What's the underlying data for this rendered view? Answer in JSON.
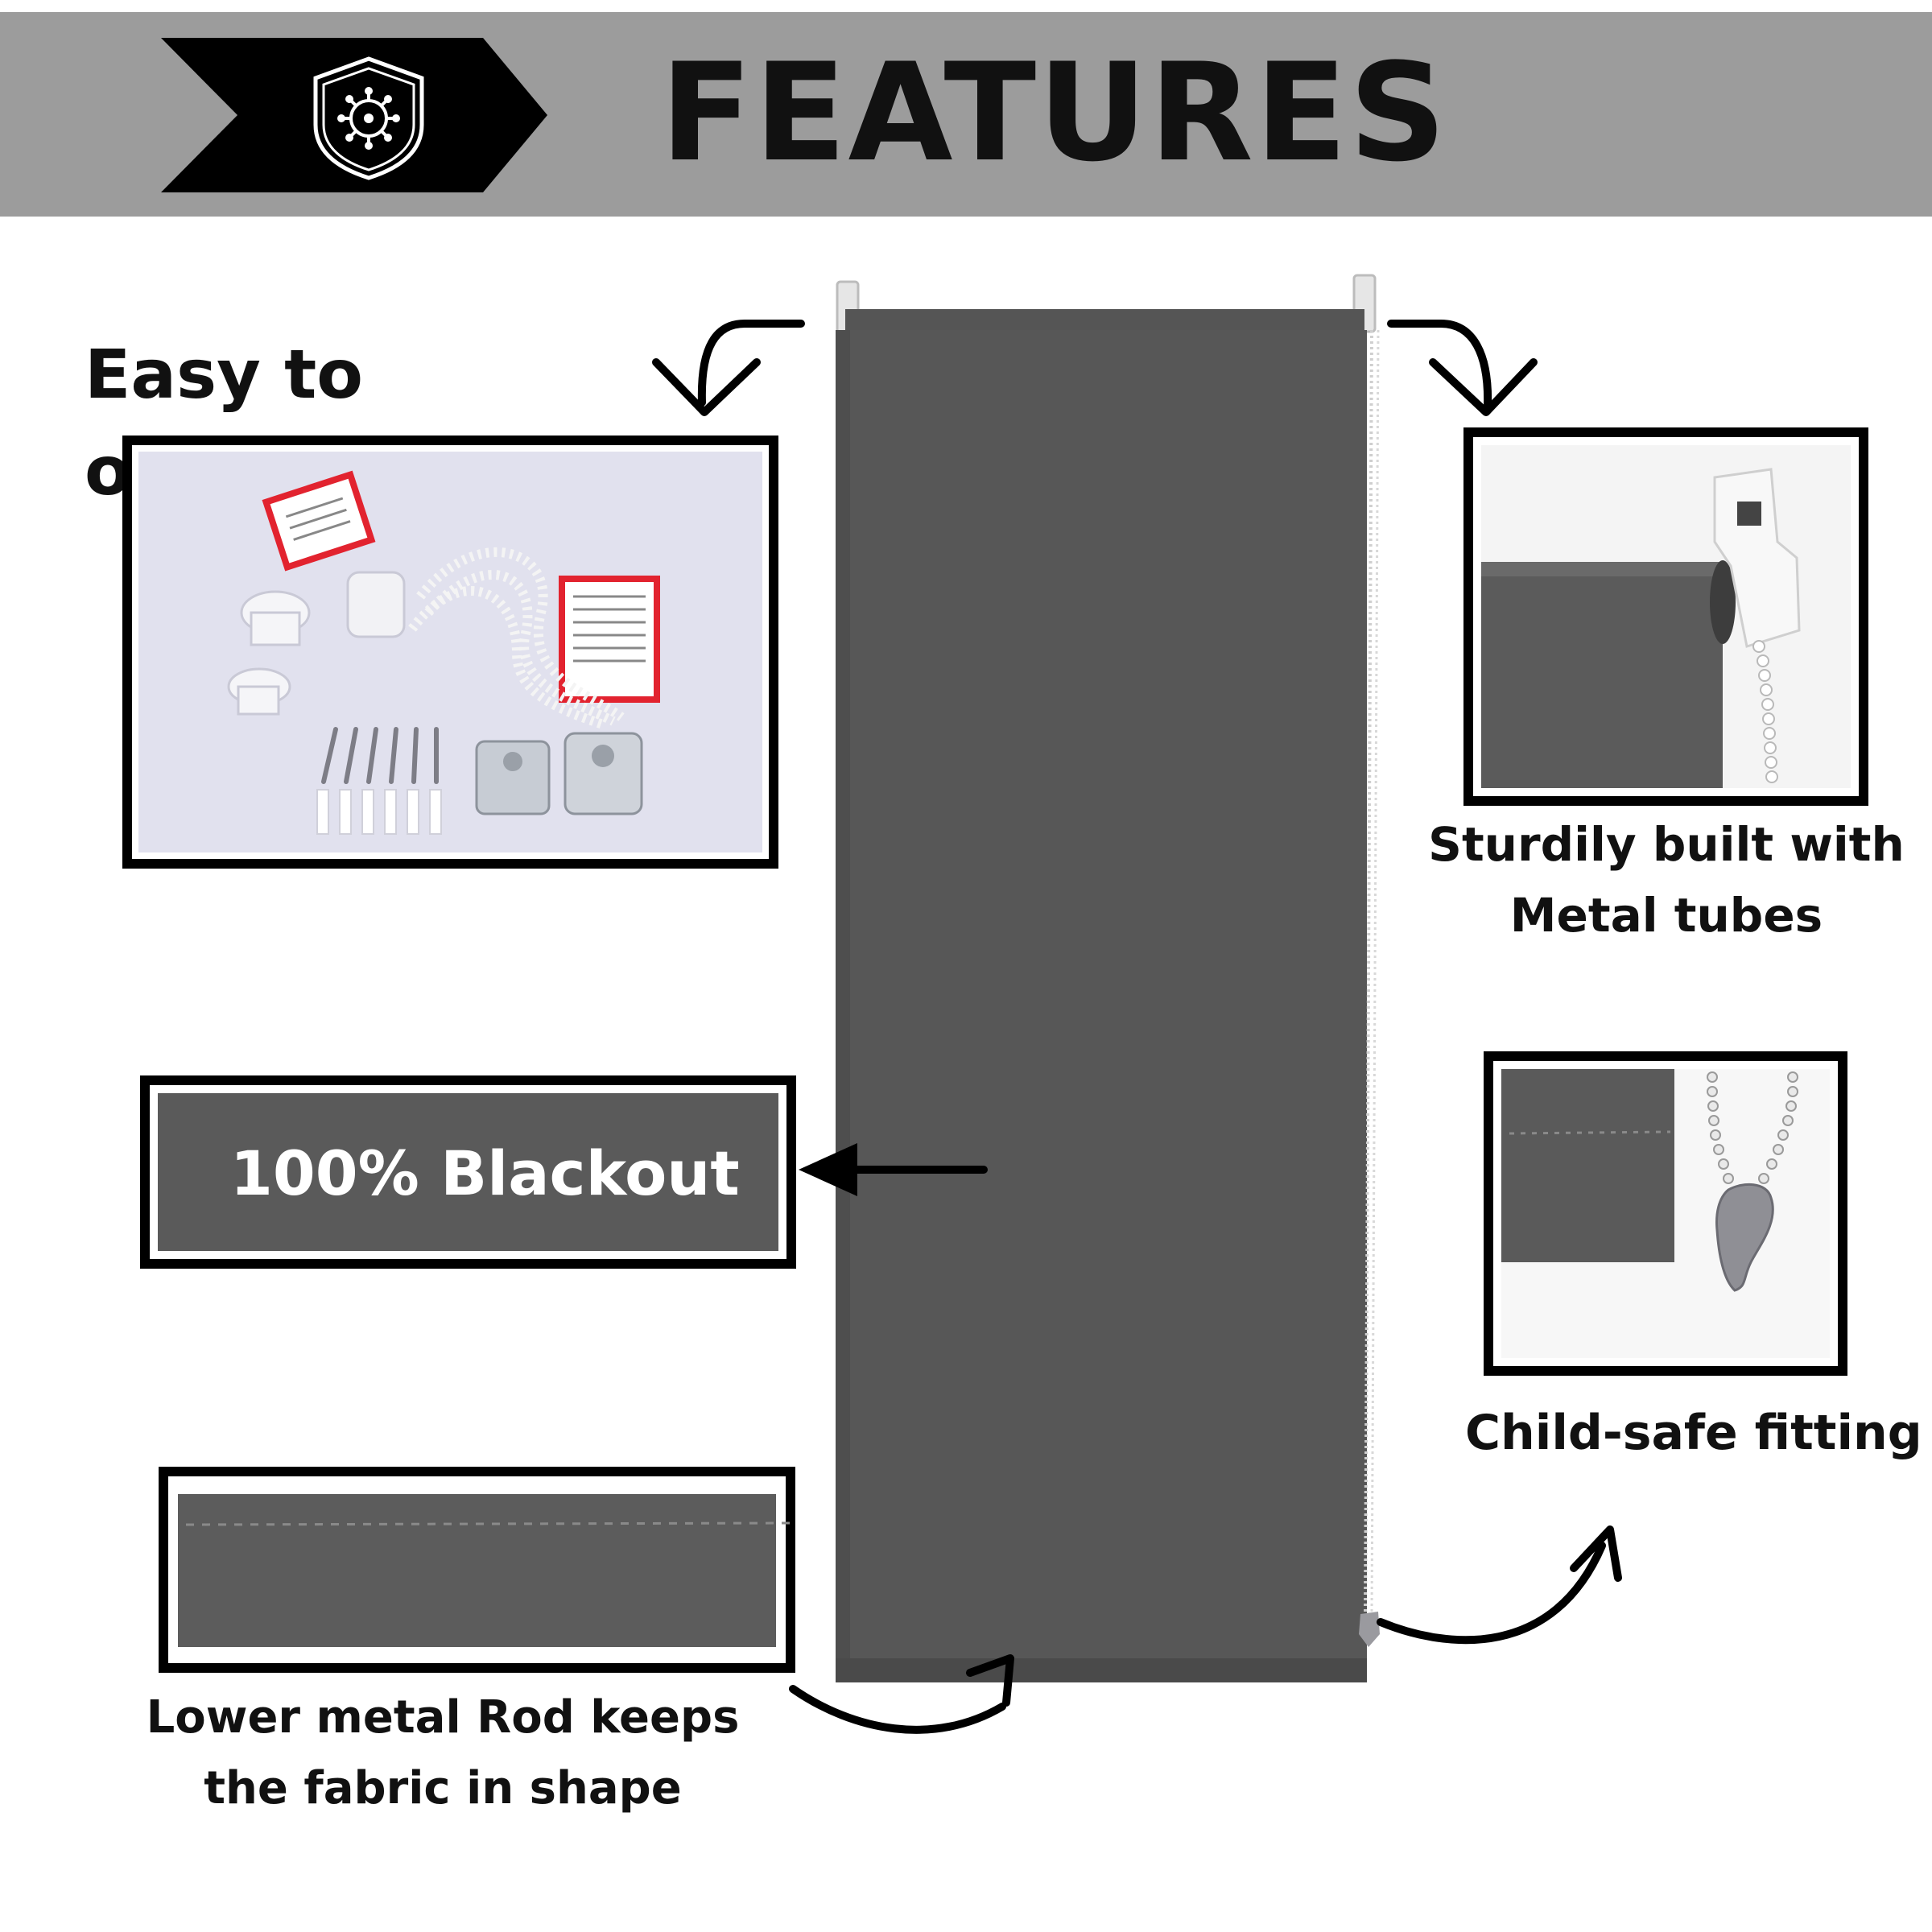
{
  "header": {
    "title": "FEATURES",
    "icon": "shield-virus-icon",
    "band_color": "#9c9c9c"
  },
  "features": {
    "easy_to_operate": "Easy to operate",
    "sturdy_line1": "Sturdily built with",
    "sturdy_line2": "Metal tubes",
    "blackout": "100% Blackout",
    "child_safe": "Child-safe fitting",
    "lower_rod_line1": "Lower metal  Rod keeps",
    "lower_rod_line2": "the fabric in shape"
  },
  "colors": {
    "fabric": "#575757",
    "frame": "#000000",
    "text": "#111111"
  }
}
